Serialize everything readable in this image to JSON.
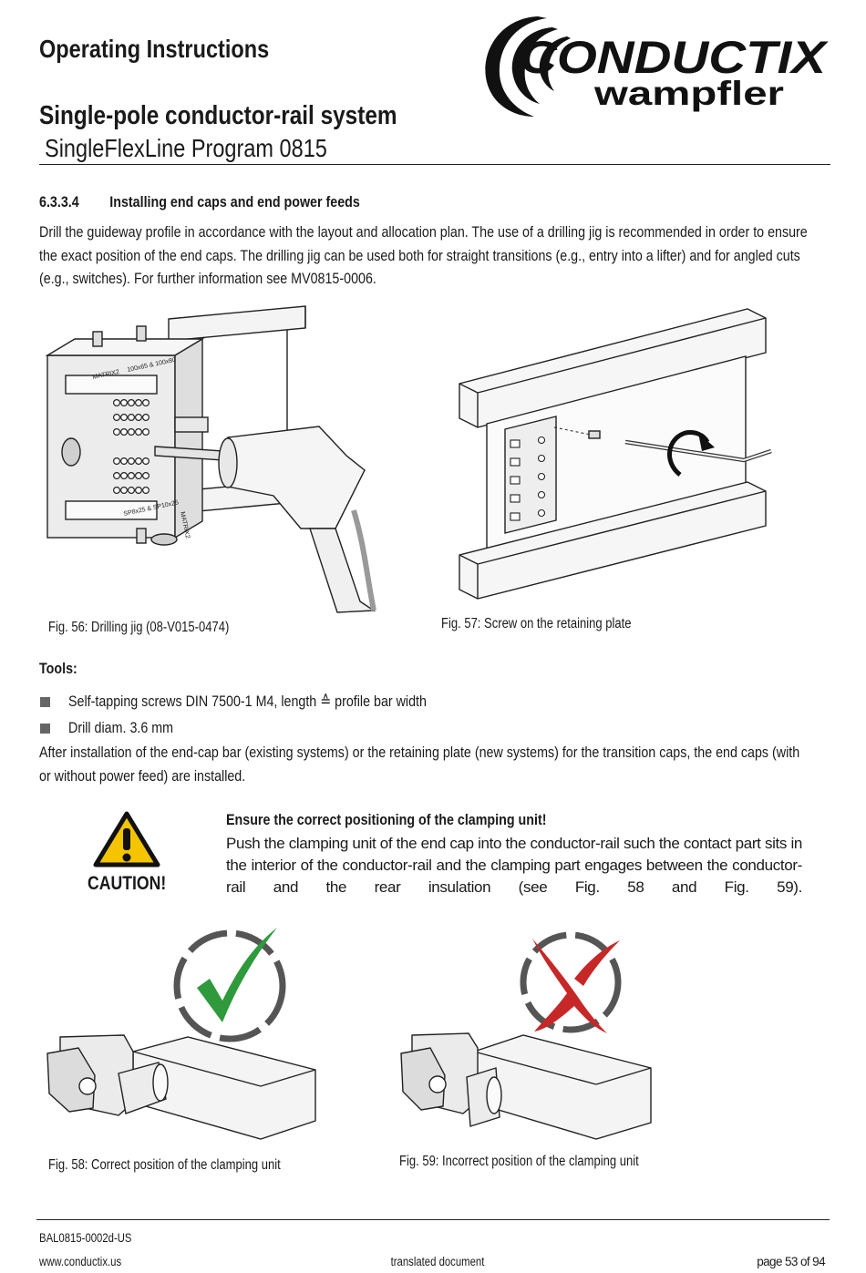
{
  "header": {
    "doc_title": "Operating Instructions",
    "system_title": "Single-pole conductor-rail system",
    "system_subtitle": "SingleFlexLine Program 0815",
    "logo_brand": "CONDUCTIX",
    "logo_sub": "wampfler"
  },
  "section": {
    "number": "6.3.3.4",
    "title": "Installing end caps and end power feeds",
    "intro_lines": [
      "Drill the guideway profile in accordance with the layout and allocation plan. The use of a drilling jig is recommended in order to ensure",
      "the exact position of the end caps. The drilling jig can be used both for straight transitions (e.g., entry into a lifter) and for angled cuts",
      "(e.g., switches). For further information see MV0815-0006."
    ]
  },
  "figures": {
    "fig56": {
      "caption": "Fig. 56: Drilling jig (08-V015-0474)",
      "jig_labels": [
        "MATRIX2",
        "100x65 & 100x80",
        "MATRIX2",
        "SP8x25 & SP10x25"
      ]
    },
    "fig57": {
      "caption": "Fig. 57: Screw on the retaining plate"
    },
    "fig58": {
      "caption": "Fig. 58: Correct position of the clamping unit"
    },
    "fig59": {
      "caption": "Fig. 59: Incorrect position of the clamping unit"
    }
  },
  "tools": {
    "heading": "Tools:",
    "items": [
      "Self-tapping screws DIN 7500-1 M4, length ≙ profile bar width",
      "Drill diam. 3.6 mm"
    ],
    "after_lines": [
      "After installation of the end-cap bar (existing systems) or the retaining plate (new systems) for the transition caps, the end caps (with",
      "or without power feed) are installed."
    ]
  },
  "caution": {
    "label": "CAUTION!",
    "title": "Ensure the correct positioning of the clamping unit!",
    "body": "Push the clamping unit of the end cap into the conductor-rail such the contact part sits in the interior of the conductor-rail and the clamping part engages between the conductor-rail and the rear insulation (see Fig. 58 and Fig. 59)."
  },
  "footer": {
    "doc_id": "BAL0815-0002d-US",
    "website": "www.conductix.us",
    "note": "translated document",
    "page": "page 53 of 94"
  },
  "colors": {
    "text": "#1a1a1a",
    "caution_yellow": "#f5c400",
    "check_green": "#2e9a3c",
    "cross_red": "#c62828",
    "bullet_grey": "#666666"
  },
  "icons": [
    "conductix-logo",
    "caution-triangle-icon",
    "checkmark-icon",
    "cross-icon"
  ]
}
